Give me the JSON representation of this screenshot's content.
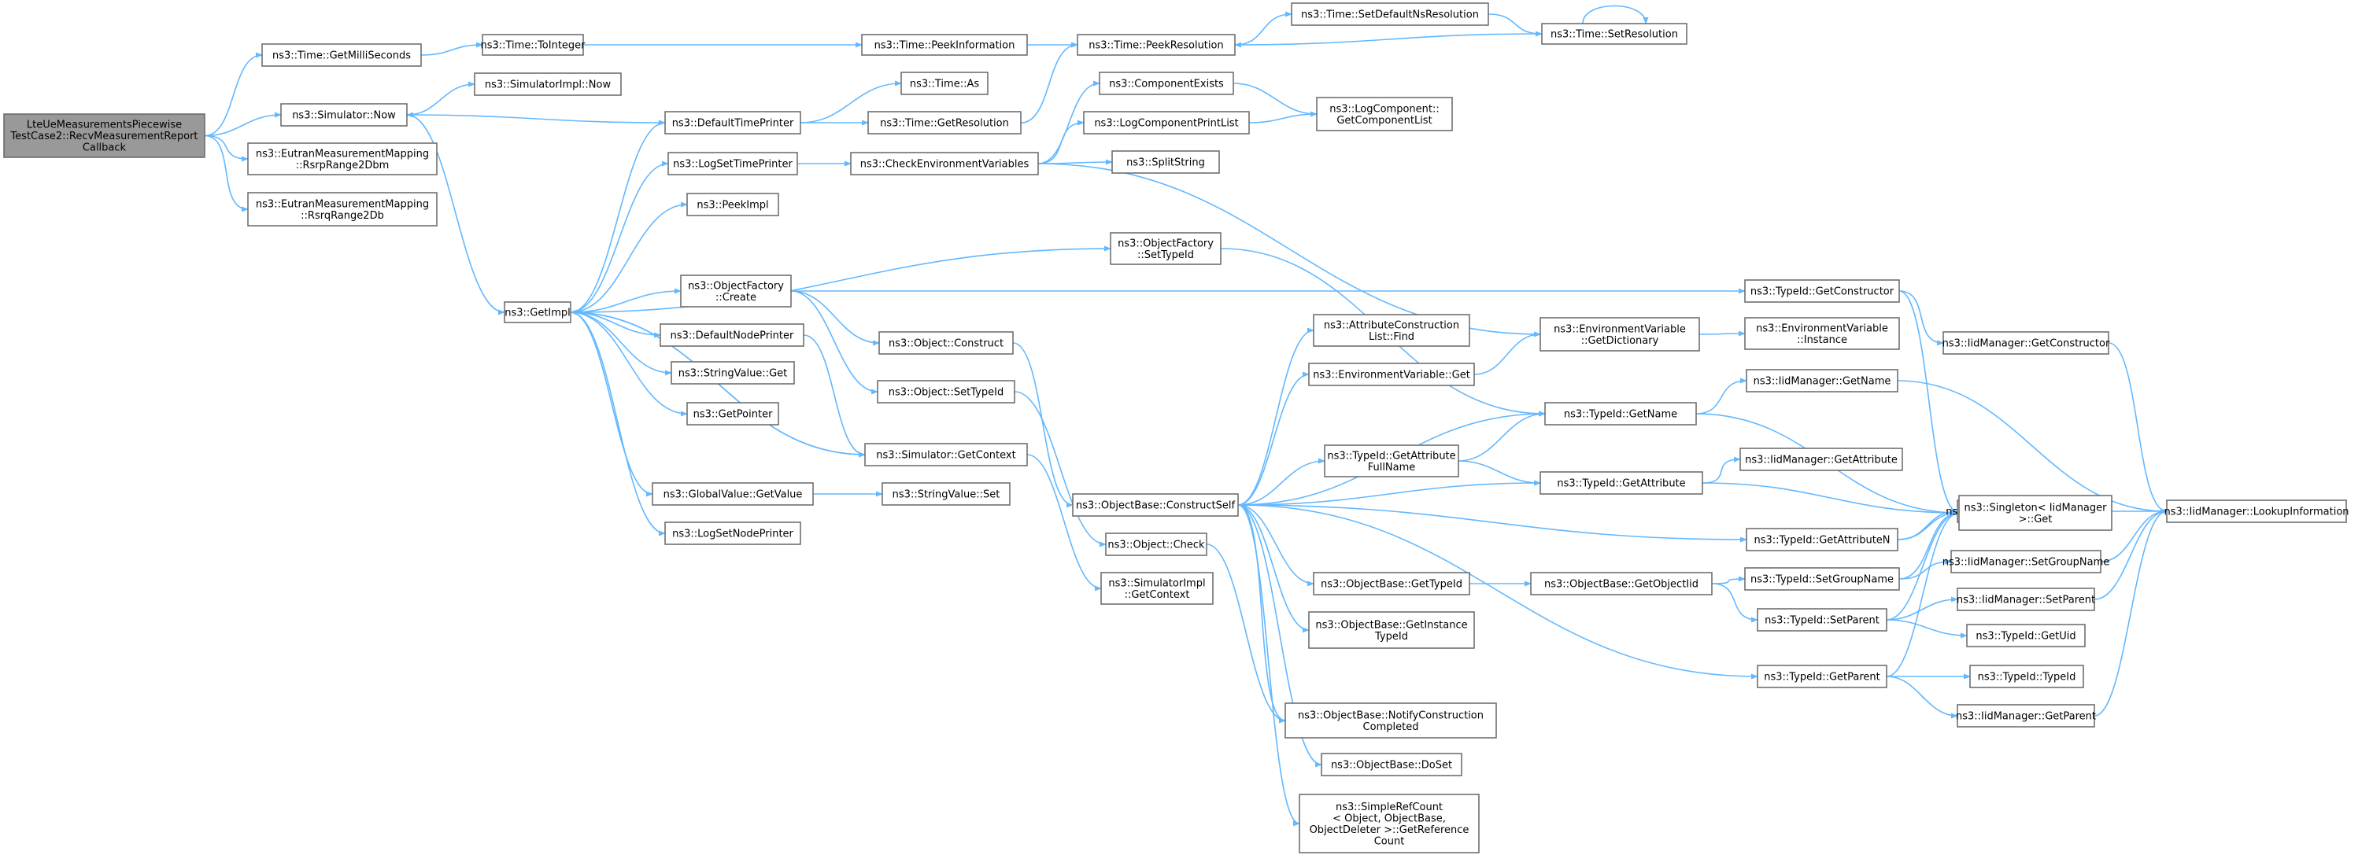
{
  "colors": {
    "edge": "#63b8ff",
    "node_border": "#666666",
    "root_fill": "#999999",
    "node_fill": "#ffffff"
  },
  "nodes": [
    {
      "id": "root",
      "lines": [
        "LteUeMeasurementsPiecewise",
        "TestCase2::RecvMeasurementReport",
        "Callback"
      ],
      "root": true
    },
    {
      "id": "getmilli",
      "lines": [
        "ns3::Time::GetMilliSeconds"
      ]
    },
    {
      "id": "simnow",
      "lines": [
        "ns3::Simulator::Now"
      ]
    },
    {
      "id": "rsrp",
      "lines": [
        "ns3::EutranMeasurementMapping",
        "::RsrpRange2Dbm"
      ]
    },
    {
      "id": "rsrq",
      "lines": [
        "ns3::EutranMeasurementMapping",
        "::RsrqRange2Db"
      ]
    },
    {
      "id": "tointeger",
      "lines": [
        "ns3::Time::ToInteger"
      ]
    },
    {
      "id": "simimplnow",
      "lines": [
        "ns3::SimulatorImpl::Now"
      ]
    },
    {
      "id": "getimpl",
      "lines": [
        "ns3::GetImpl"
      ]
    },
    {
      "id": "peekinfo",
      "lines": [
        "ns3::Time::PeekInformation"
      ]
    },
    {
      "id": "peekres",
      "lines": [
        "ns3::Time::PeekResolution"
      ]
    },
    {
      "id": "setdefres",
      "lines": [
        "ns3::Time::SetDefaultNsResolution"
      ]
    },
    {
      "id": "setres",
      "lines": [
        "ns3::Time::SetResolution"
      ]
    },
    {
      "id": "deftime",
      "lines": [
        "ns3::DefaultTimePrinter"
      ]
    },
    {
      "id": "timeas",
      "lines": [
        "ns3::Time::As"
      ]
    },
    {
      "id": "getres",
      "lines": [
        "ns3::Time::GetResolution"
      ]
    },
    {
      "id": "logsettime",
      "lines": [
        "ns3::LogSetTimePrinter"
      ]
    },
    {
      "id": "checkenv",
      "lines": [
        "ns3::CheckEnvironmentVariables"
      ]
    },
    {
      "id": "compexists",
      "lines": [
        "ns3::ComponentExists"
      ]
    },
    {
      "id": "logcompprint",
      "lines": [
        "ns3::LogComponentPrintList"
      ]
    },
    {
      "id": "logcompget",
      "lines": [
        "ns3::LogComponent::",
        "GetComponentList"
      ]
    },
    {
      "id": "splitstring",
      "lines": [
        "ns3::SplitString"
      ]
    },
    {
      "id": "peekimpl",
      "lines": [
        "ns3::PeekImpl"
      ]
    },
    {
      "id": "objfacsettid",
      "lines": [
        "ns3::ObjectFactory",
        "::SetTypeId"
      ]
    },
    {
      "id": "objfaccreate",
      "lines": [
        "ns3::ObjectFactory",
        "::Create"
      ]
    },
    {
      "id": "tidgetctor",
      "lines": [
        "ns3::TypeId::GetConstructor"
      ]
    },
    {
      "id": "iidgetctor",
      "lines": [
        "ns3::IidManager::GetConstructor"
      ]
    },
    {
      "id": "defnode",
      "lines": [
        "ns3::DefaultNodePrinter"
      ]
    },
    {
      "id": "objconstruct",
      "lines": [
        "ns3::Object::Construct"
      ]
    },
    {
      "id": "attrfind",
      "lines": [
        "ns3::AttributeConstruction",
        "List::Find"
      ]
    },
    {
      "id": "envdict",
      "lines": [
        "ns3::EnvironmentVariable",
        "::GetDictionary"
      ]
    },
    {
      "id": "envinst",
      "lines": [
        "ns3::EnvironmentVariable",
        "::Instance"
      ]
    },
    {
      "id": "strvalget",
      "lines": [
        "ns3::StringValue::Get"
      ]
    },
    {
      "id": "envget",
      "lines": [
        "ns3::EnvironmentVariable::Get"
      ]
    },
    {
      "id": "objsettid",
      "lines": [
        "ns3::Object::SetTypeId"
      ]
    },
    {
      "id": "tidgetname",
      "lines": [
        "ns3::TypeId::GetName"
      ]
    },
    {
      "id": "iidgetname",
      "lines": [
        "ns3::IidManager::GetName"
      ]
    },
    {
      "id": "getpointer",
      "lines": [
        "ns3::GetPointer"
      ]
    },
    {
      "id": "simgetctx",
      "lines": [
        "ns3::Simulator::GetContext"
      ]
    },
    {
      "id": "tidgetattrfull",
      "lines": [
        "ns3::TypeId::GetAttribute",
        "FullName"
      ]
    },
    {
      "id": "iidgetattr",
      "lines": [
        "ns3::IidManager::GetAttribute"
      ]
    },
    {
      "id": "tidgetattr",
      "lines": [
        "ns3::TypeId::GetAttribute"
      ]
    },
    {
      "id": "iidgetattrn",
      "lines": [
        "ns3::IidManager::GetAttributeN"
      ]
    },
    {
      "id": "gvgetvalue",
      "lines": [
        "ns3::GlobalValue::GetValue"
      ]
    },
    {
      "id": "strvalset",
      "lines": [
        "ns3::StringValue::Set"
      ]
    },
    {
      "id": "constructself",
      "lines": [
        "ns3::ObjectBase::ConstructSelf"
      ]
    },
    {
      "id": "singleton",
      "lines": [
        "ns3::Singleton< IidManager",
        " >::Get"
      ]
    },
    {
      "id": "lookupinfo",
      "lines": [
        "ns3::IidManager::LookupInformation"
      ]
    },
    {
      "id": "tidgetattrn",
      "lines": [
        "ns3::TypeId::GetAttributeN"
      ]
    },
    {
      "id": "logsetnode",
      "lines": [
        "ns3::LogSetNodePrinter"
      ]
    },
    {
      "id": "objcheck",
      "lines": [
        "ns3::Object::Check"
      ]
    },
    {
      "id": "simimplctx",
      "lines": [
        "ns3::SimulatorImpl",
        "::GetContext"
      ]
    },
    {
      "id": "iidsetgroup",
      "lines": [
        "ns3::IidManager::SetGroupName"
      ]
    },
    {
      "id": "obgettid",
      "lines": [
        "ns3::ObjectBase::GetTypeId"
      ]
    },
    {
      "id": "obgetobjtid",
      "lines": [
        "ns3::ObjectBase::GetObjectIid"
      ]
    },
    {
      "id": "tidsetgroup",
      "lines": [
        "ns3::TypeId::SetGroupName"
      ]
    },
    {
      "id": "iidsetparent",
      "lines": [
        "ns3::IidManager::SetParent"
      ]
    },
    {
      "id": "tidsetparent",
      "lines": [
        "ns3::TypeId::SetParent"
      ]
    },
    {
      "id": "obgetinst",
      "lines": [
        "ns3::ObjectBase::GetInstance",
        "TypeId"
      ]
    },
    {
      "id": "tidgetuid",
      "lines": [
        "ns3::TypeId::GetUid"
      ]
    },
    {
      "id": "tidgetparent",
      "lines": [
        "ns3::TypeId::GetParent"
      ]
    },
    {
      "id": "tidtid",
      "lines": [
        "ns3::TypeId::TypeId"
      ]
    },
    {
      "id": "iidgetparent",
      "lines": [
        "ns3::IidManager::GetParent"
      ]
    },
    {
      "id": "notifyconstr",
      "lines": [
        "ns3::ObjectBase::NotifyConstruction",
        "Completed"
      ]
    },
    {
      "id": "dosetattr",
      "lines": [
        "ns3::ObjectBase::DoSet"
      ]
    },
    {
      "id": "simplerefcount",
      "lines": [
        "ns3::SimpleRefCount",
        "< Object, ObjectBase,",
        " ObjectDeleter >::GetReference",
        "Count"
      ]
    }
  ]
}
